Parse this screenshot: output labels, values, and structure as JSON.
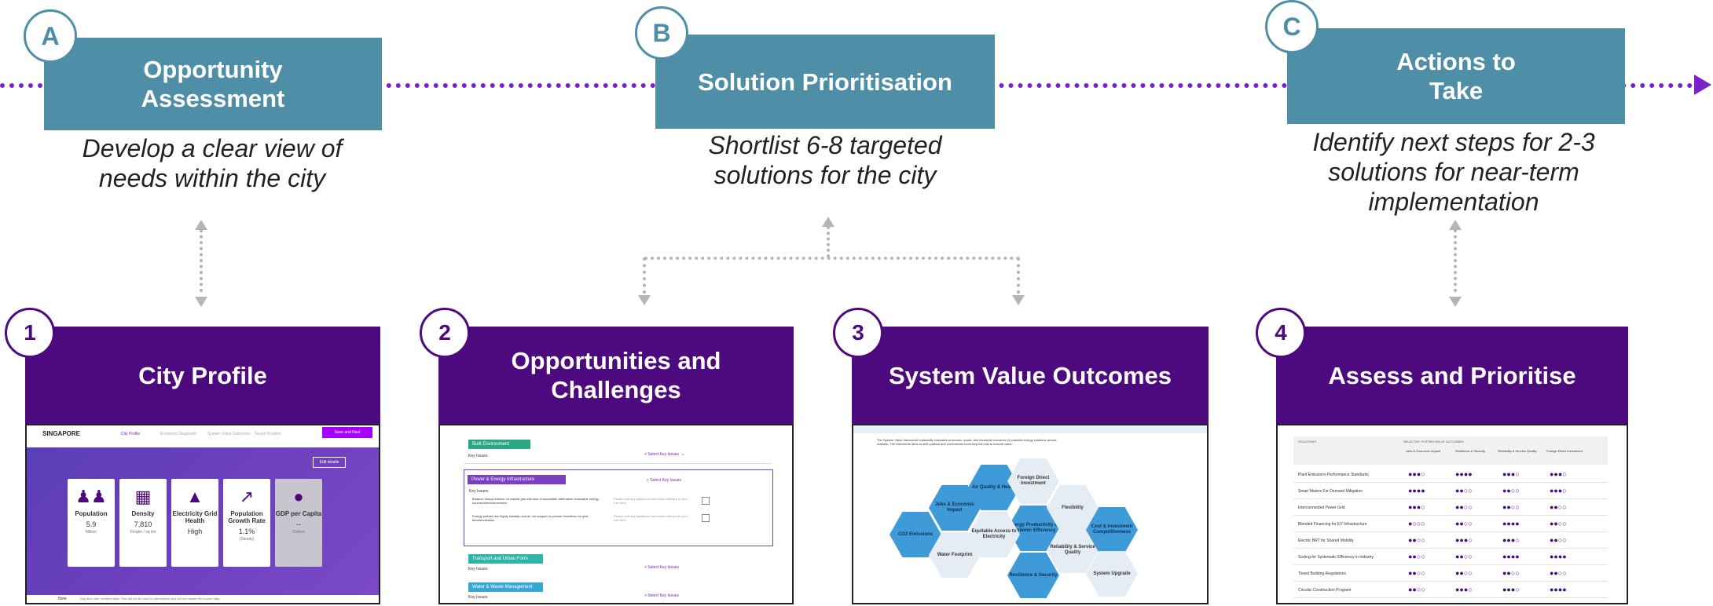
{
  "stages": [
    {
      "letter": "A",
      "title": "Opportunity Assessment",
      "description": "Develop a clear view of needs within the city"
    },
    {
      "letter": "B",
      "title": "Solution Prioritisation",
      "description": "Shortlist 6-8 targeted solutions for the city"
    },
    {
      "letter": "C",
      "title": "Actions to Take",
      "description": "Identify next steps for 2-3 solutions for near-term implementation"
    }
  ],
  "steps": [
    {
      "number": "1",
      "title": "City Profile"
    },
    {
      "number": "2",
      "title": "Opportunities and Challenges"
    },
    {
      "number": "3",
      "title": "System Value Outcomes"
    },
    {
      "number": "4",
      "title": "Assess and Prioritise"
    }
  ],
  "colors": {
    "stage": "#4f8ea7",
    "step": "#4d0a7e",
    "timeline": "#7a22c9",
    "connector": "#b5b5b5"
  },
  "screen1": {
    "city": "SINGAPORE",
    "nav": [
      "City Profile",
      "Economic Diagnostic",
      "System Value Outcomes",
      "Sound Position"
    ],
    "button": "Save and Next",
    "edit_button": "Edit details",
    "kpis": [
      {
        "icon": "people-icon",
        "title": "Population",
        "value": "5.9",
        "unit": "Million"
      },
      {
        "icon": "buildings-icon",
        "title": "Density",
        "value": "7,810",
        "unit": "People / sq km"
      },
      {
        "icon": "warning-icon",
        "title": "Electricity Grid Health",
        "value": "High",
        "unit": ""
      },
      {
        "icon": "growth-chart-icon",
        "title": "Population Growth Rate",
        "value": "1.1%",
        "unit": "(Steady)"
      },
      {
        "icon": "coins-icon",
        "title": "GDP per Capita",
        "value": "--",
        "unit": "Dollars"
      }
    ],
    "note_label": "Note:",
    "note_text": "Day-files user modified data. This will not be used in calculations and will not update the source data."
  },
  "screen2": {
    "sections": [
      {
        "label": "Built Environment",
        "color": "#2aa886",
        "select": "+ Select Key Issues"
      },
      {
        "label": "Power & Energy Infrastructure",
        "color": "#7b3fc4",
        "select": "+ Select Key Issues"
      },
      {
        "label": "Transport and Urban Form",
        "color": "#2fb5a8",
        "select": "+ Select Key Issues"
      },
      {
        "label": "Water & Waste Management",
        "color": "#36a8d8",
        "select": "+ Select Key Issues"
      }
    ],
    "key_issues": "Key Issues",
    "issues": [
      "Balance heavy reliance on natural gas with lack of accessible alternative renewable energy sources/interconnections",
      "Energy policies are highly inelastic and do not support or provide incentives for grid decarbonisation"
    ],
    "comment_placeholder": "Please add any additional comments relevant to your role here"
  },
  "screen3": {
    "intro": "The System Value framework holistically evaluates economic, social, and technical outcomes of potential energy solutions across markets. The framework aims to shift political and commercial focus beyond cost to include value.",
    "hexes": [
      {
        "label": "Air Quality & Health",
        "style": "blue"
      },
      {
        "label": "Foreign Direct Investment",
        "style": "light"
      },
      {
        "label": "Jobs & Economic Impact",
        "style": "blue"
      },
      {
        "label": "Energy Productivity & Systemic Efficiency",
        "style": "blue"
      },
      {
        "label": "Flexibility",
        "style": "light"
      },
      {
        "label": "CO2 Emissions",
        "style": "blue"
      },
      {
        "label": "Equitable Access to Electricity",
        "style": "light"
      },
      {
        "label": "Reliability & Service Quality",
        "style": "light"
      },
      {
        "label": "Cost & Investment Competitiveness",
        "style": "blue"
      },
      {
        "label": "Water Footprint",
        "style": "light"
      },
      {
        "label": "Resilience & Security",
        "style": "blue"
      },
      {
        "label": "System Upgrade",
        "style": "light"
      }
    ]
  },
  "screen4": {
    "col_solutions": "SOLUTIONS",
    "col_group": "SELECTED SYSTEM VALUE OUTCOMES",
    "columns": [
      "Jobs & Economic Impact",
      "Resilience & Security",
      "Reliability & Service Quality",
      "Foreign Direct Investment"
    ],
    "rows": [
      {
        "label": "Plant Emissions Performance Standards",
        "scores": [
          3,
          4,
          3,
          3
        ]
      },
      {
        "label": "Smart Meters For Demand Mitigation",
        "scores": [
          4,
          2,
          2,
          3
        ]
      },
      {
        "label": "Interconnected Power Grid",
        "scores": [
          3,
          2,
          2,
          2
        ]
      },
      {
        "label": "Blended Financing for EV Infrastructure",
        "scores": [
          1,
          2,
          4,
          2
        ]
      },
      {
        "label": "Electric BRT for Shared Mobility",
        "scores": [
          2,
          3,
          3,
          2
        ]
      },
      {
        "label": "Sorting for Systematic Efficiency in Industry",
        "scores": [
          2,
          2,
          4,
          4
        ]
      },
      {
        "label": "Tiered Building Regulations",
        "scores": [
          2,
          2,
          2,
          2
        ]
      },
      {
        "label": "Circular Construction Program",
        "scores": [
          2,
          3,
          3,
          4
        ]
      }
    ]
  }
}
